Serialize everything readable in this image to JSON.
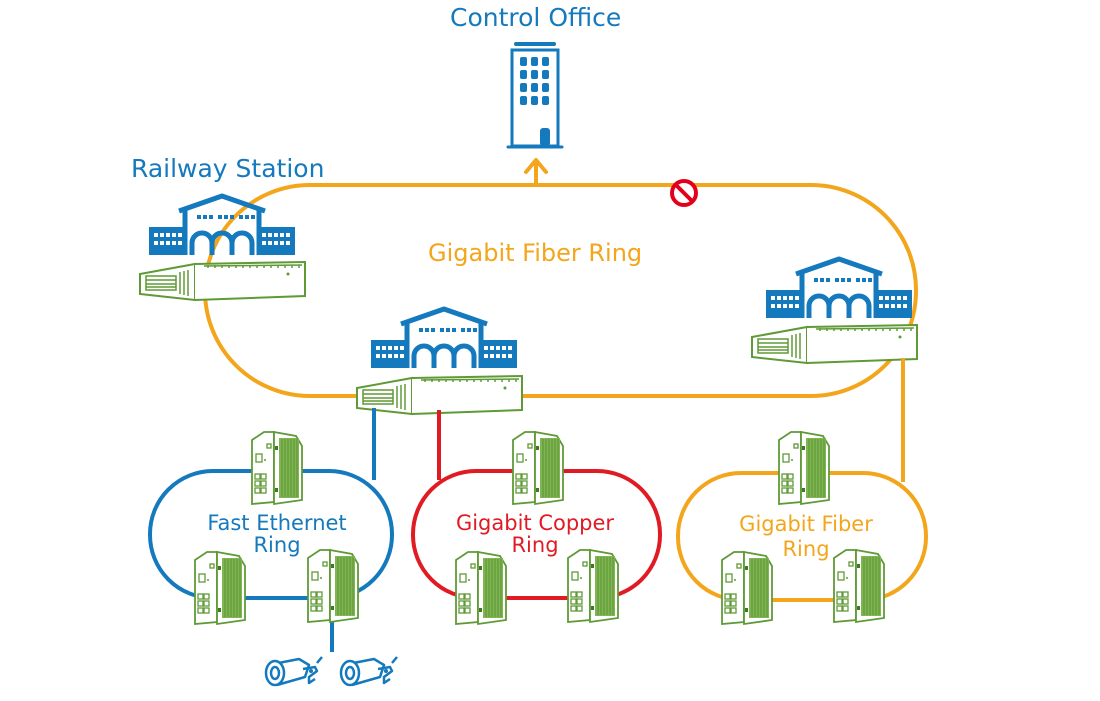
{
  "colors": {
    "blue": "#1479bd",
    "orange": "#f3a61c",
    "red": "#e01b24",
    "green": "#5f9a36",
    "green_fill": "#8cbf5a",
    "blocked_red": "#e3001b"
  },
  "labels": {
    "control_office": "Control Office",
    "railway_station": "Railway Station",
    "backbone_ring": "Gigabit Fiber Ring",
    "fast_ethernet_ring_line1": "Fast Ethernet",
    "fast_ethernet_ring_line2": "Ring",
    "copper_ring_line1": "Gigabit Copper",
    "copper_ring_line2": "Ring",
    "fiber_ring_line1": "Gigabit Fiber",
    "fiber_ring_line2": "Ring"
  },
  "icons": {
    "office": "office-building-icon",
    "station": "railway-station-icon",
    "rack_switch": "rackmount-switch-icon",
    "din_switch": "din-rail-switch-icon",
    "camera": "ip-camera-icon",
    "blocked": "blocked-link-icon",
    "uplink_arrow": "uplink-arrow-icon"
  }
}
